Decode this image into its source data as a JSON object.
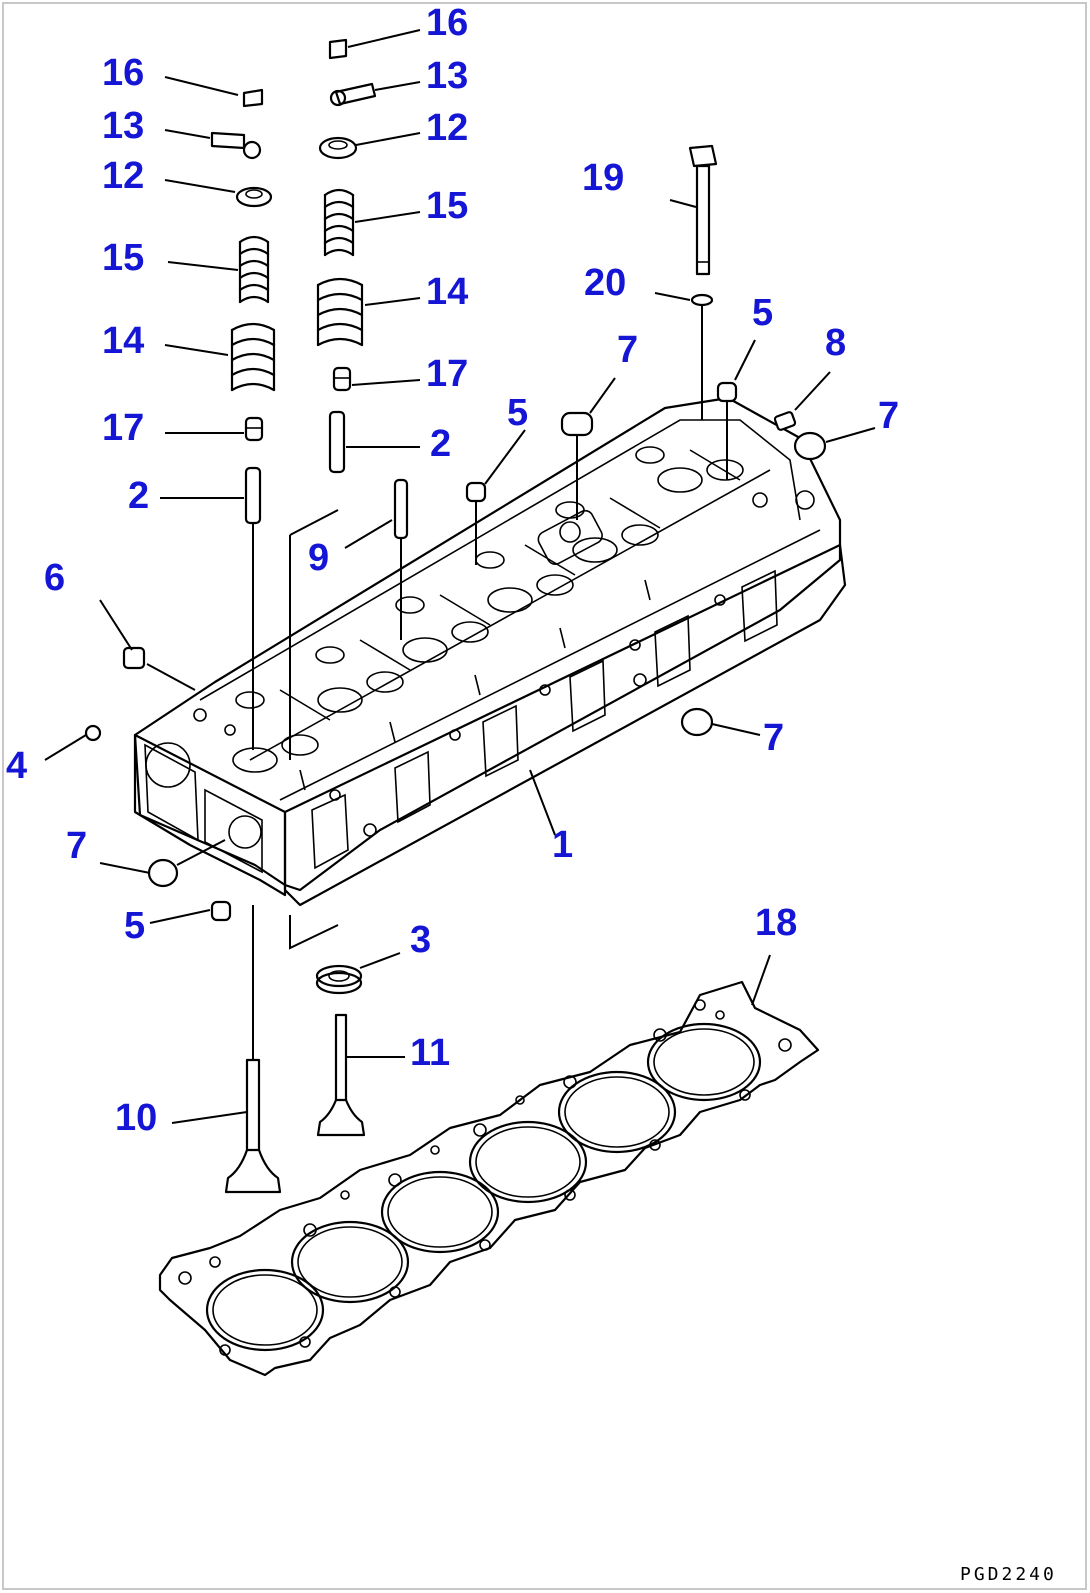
{
  "diagram": {
    "drawing_code": "PGD2240",
    "colors": {
      "callout": "#1515d6",
      "line": "#000000",
      "background": "#ffffff"
    },
    "callouts": {
      "c1": "1",
      "c2a": "2",
      "c2b": "2",
      "c3": "3",
      "c4": "4",
      "c5a": "5",
      "c5b": "5",
      "c5c": "5",
      "c6": "6",
      "c7a": "7",
      "c7b": "7",
      "c7c": "7",
      "c7d": "7",
      "c8": "8",
      "c9": "9",
      "c10": "10",
      "c11": "11",
      "c12a": "12",
      "c12b": "12",
      "c13a": "13",
      "c13b": "13",
      "c14a": "14",
      "c14b": "14",
      "c15a": "15",
      "c15b": "15",
      "c16a": "16",
      "c16b": "16",
      "c17a": "17",
      "c17b": "17",
      "c18": "18",
      "c19": "19",
      "c20": "20"
    }
  }
}
